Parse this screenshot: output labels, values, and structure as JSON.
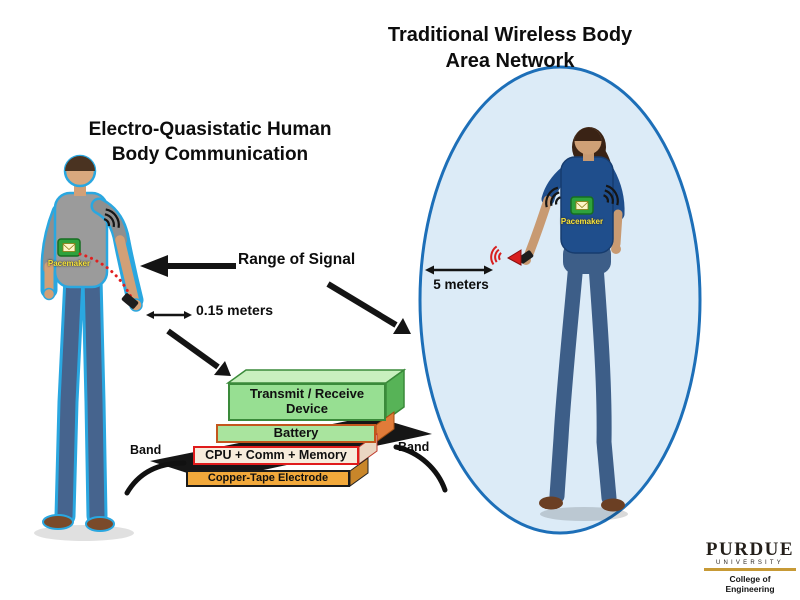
{
  "titles": {
    "left_line1": "Electro-Quasistatic Human",
    "left_line2": "Body Communication",
    "right_line1": "Traditional Wireless Body",
    "right_line2": "Area Network"
  },
  "labels": {
    "range_of_signal": "Range of Signal",
    "short_range": "0.15 meters",
    "long_range": "5 meters",
    "pacemaker_left": "Pacemaker",
    "pacemaker_right": "Pacemaker",
    "band_left": "Band",
    "band_right": "Band"
  },
  "device_stack": {
    "layers": [
      {
        "label": "Transmit / Receive Device"
      },
      {
        "label": "Battery"
      },
      {
        "label": "CPU + Comm + Memory"
      },
      {
        "label": "Copper-Tape Electrode"
      }
    ]
  },
  "branding": {
    "name": "PURDUE",
    "sub": "UNIVERSITY",
    "college": "College of Engineering"
  },
  "colors": {
    "ellipse_fill": "#dcebf7",
    "ellipse_stroke": "#1d6fb8",
    "body_outline": "#2aa7e0",
    "signal_red": "#e02020",
    "pacemaker_green": "#2fa23c",
    "copper": "#f2a93b",
    "purdue_gold": "#c79a36",
    "arrow_black": "#141414"
  }
}
